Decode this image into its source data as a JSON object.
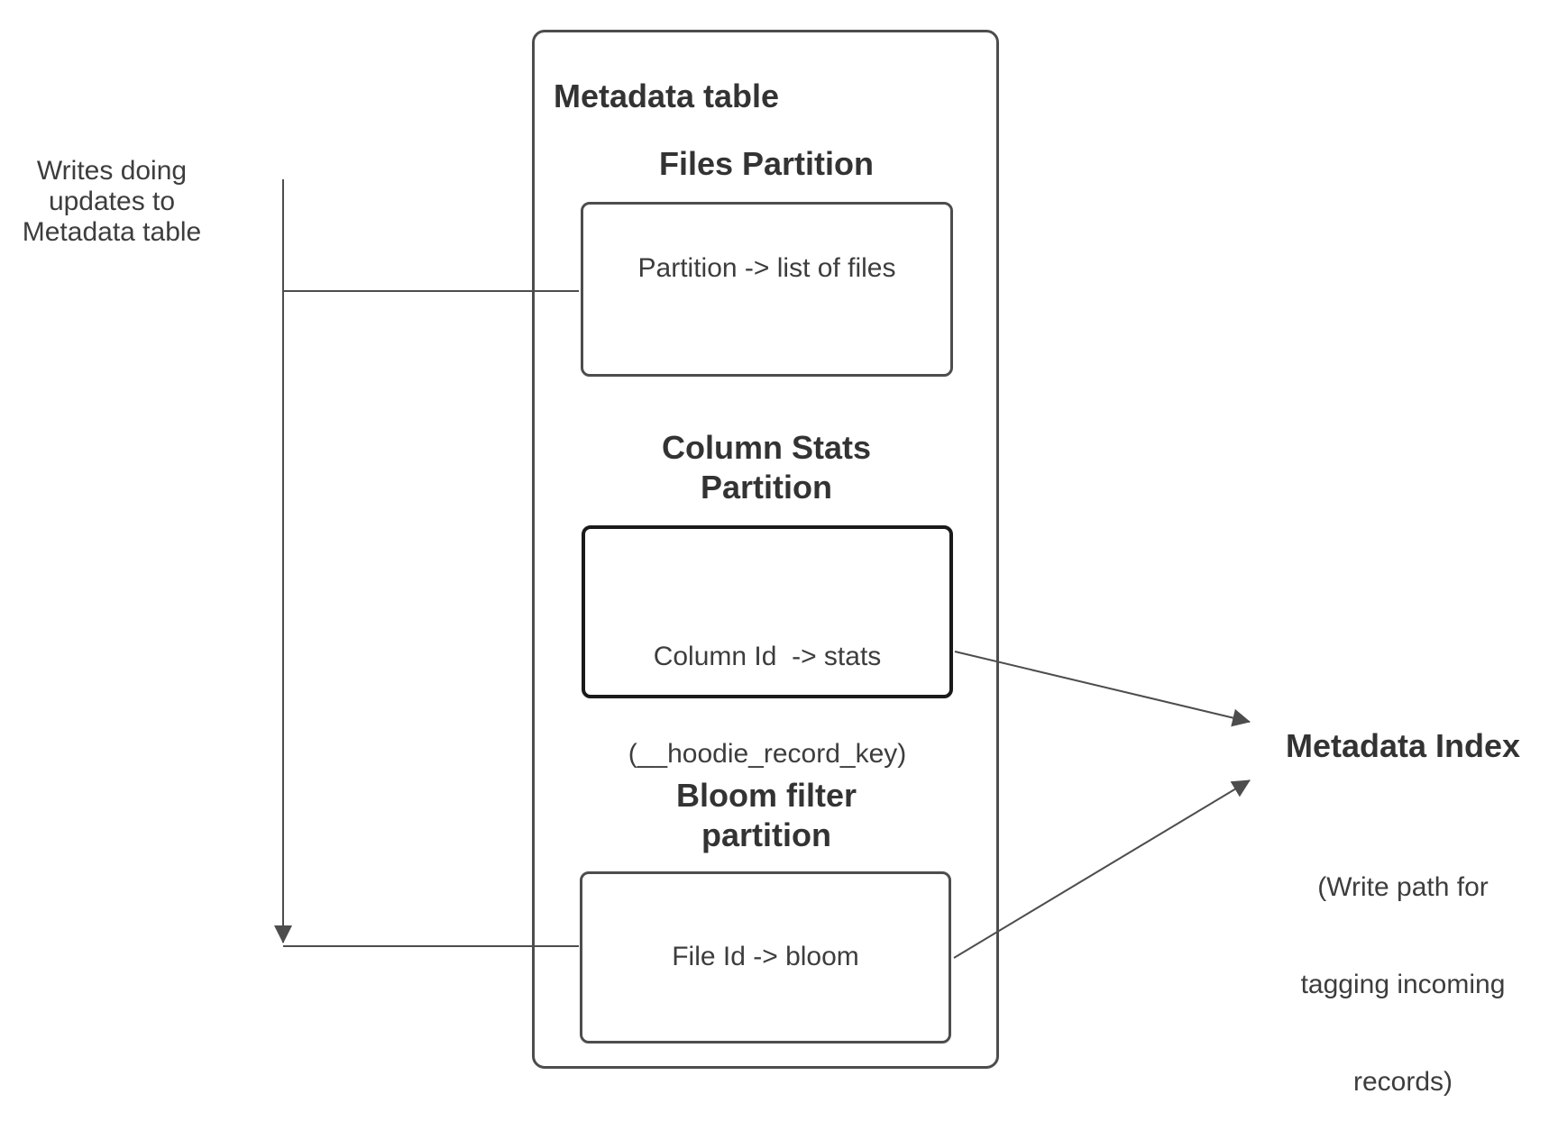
{
  "diagram": {
    "writes_label": {
      "lines": [
        "Writes doing",
        "updates to",
        "Metadata table"
      ]
    },
    "metadata_table": {
      "title": "Metadata table",
      "files_partition": {
        "heading": "Files Partition",
        "box_text": "Partition -> list of files"
      },
      "column_stats_partition": {
        "heading_lines": [
          "Column Stats",
          "Partition"
        ],
        "box_lines": [
          "Column Id  -> stats",
          "(__hoodie_record_key)"
        ]
      },
      "bloom_filter_partition": {
        "heading_lines": [
          "Bloom filter",
          "partition"
        ],
        "box_text": "File Id -> bloom"
      }
    },
    "metadata_index": {
      "title": "Metadata Index",
      "note_lines": [
        "(Write path for",
        "tagging incoming",
        "records)"
      ]
    },
    "colors": {
      "background": "#ffffff",
      "connector_line": "#4d4d4d",
      "box_border": "#4d4d4d",
      "emphasis_box_border": "#1a1a1a",
      "heading_text": "#333333",
      "body_text": "#3d3d3d"
    }
  }
}
